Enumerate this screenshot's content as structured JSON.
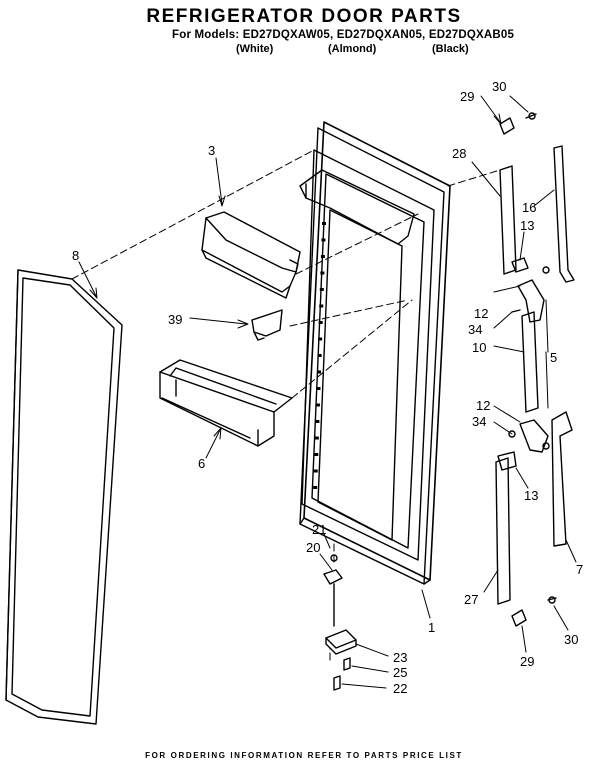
{
  "title": "REFRIGERATOR DOOR PARTS",
  "models_line": "For Models: ED27DQXAW05, ED27DQXAN05, ED27DQXAB05",
  "colors": [
    "(White)",
    "(Almond)",
    "(Black)"
  ],
  "footer": "FOR ORDERING INFORMATION REFER TO PARTS PRICE LIST",
  "callouts": {
    "c3": "3",
    "c8": "8",
    "c39": "39",
    "c6": "6",
    "c1": "1",
    "c21": "21",
    "c20": "20",
    "c23": "23",
    "c25": "25",
    "c22": "22",
    "c29a": "29",
    "c30a": "30",
    "c28": "28",
    "c16": "16",
    "c13a": "13",
    "c12a": "12",
    "c34a": "34",
    "c10": "10",
    "c5": "5",
    "c12b": "12",
    "c34b": "34",
    "c13b": "13",
    "c27": "27",
    "c7": "7",
    "c30b": "30",
    "c29b": "29"
  }
}
